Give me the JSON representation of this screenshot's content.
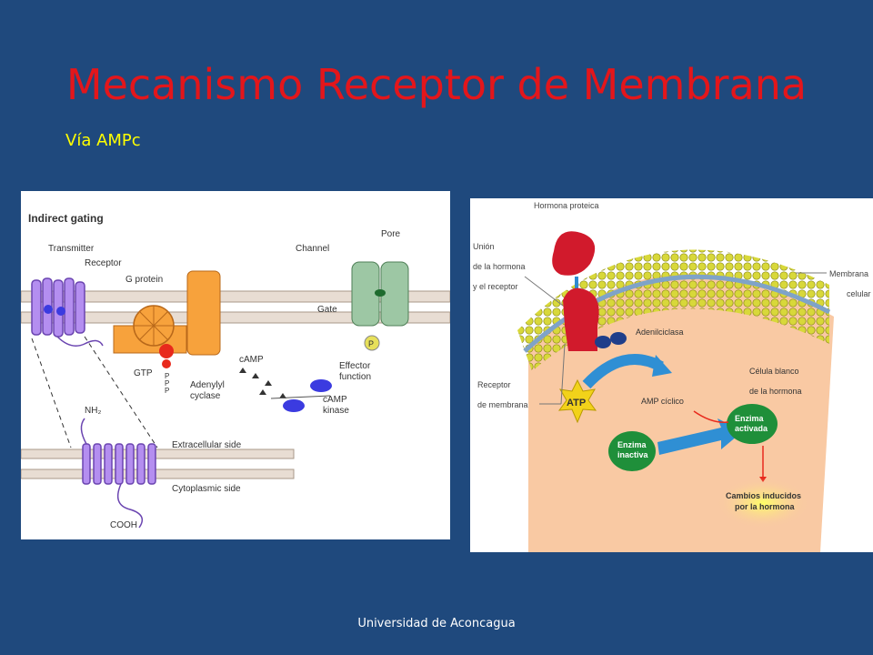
{
  "slide": {
    "title": "Mecanismo Receptor de Membrana",
    "subtitle": "Vía AMPc",
    "footer": "Universidad de Aconcagua"
  },
  "left_figure": {
    "heading": "Indirect gating",
    "transmitter": "Transmitter",
    "receptor": "Receptor",
    "g_protein": "G protein",
    "gtp": "GTP",
    "p1": "P",
    "p2": "P",
    "p3": "P",
    "adenylyl": "Adenylyl",
    "cyclase": "cyclase",
    "camp": "cAMP",
    "camp_kinase_1": "cAMP",
    "camp_kinase_2": "kinase",
    "pore": "Pore",
    "channel": "Channel",
    "gate": "Gate",
    "p_badge": "P",
    "effector_1": "Effector",
    "effector_2": "function",
    "nh2": "NH₂",
    "extracellular": "Extracellular side",
    "cytoplasmic": "Cytoplasmic side",
    "cooh": "COOH"
  },
  "right_figure": {
    "hormona_proteica": "Hormona proteica",
    "union_1": "Unión",
    "union_2": "de la hormona",
    "union_3": "y el receptor",
    "membrana_1": "Membrana",
    "membrana_2": "celular",
    "adenilciclasa": "Adenilciclasa",
    "receptor_1": "Receptor",
    "receptor_2": "de membrana",
    "atp": "ATP",
    "amp_ciclico": "AMP cíclico",
    "celula_1": "Célula blanco",
    "celula_2": "de la hormona",
    "enzima_inactiva_1": "Enzima",
    "enzima_inactiva_2": "inactiva",
    "enzima_activada_1": "Enzima",
    "enzima_activada_2": "activada",
    "cambios_1": "Cambios inducidos",
    "cambios_2": "por la hormona"
  },
  "colors": {
    "background": "#1f497d",
    "title": "#e3161b",
    "subtitle": "#ffff00",
    "footer": "#ffffff",
    "receptor_purple": "#b48ef0",
    "g_protein_orange": "#f7a23c",
    "channel_green": "#9dc7a4",
    "cytoplasm_peach": "#f9c9a3",
    "lipid_yellow": "#d8d83a",
    "enzyme_green": "#1f8f3a"
  }
}
